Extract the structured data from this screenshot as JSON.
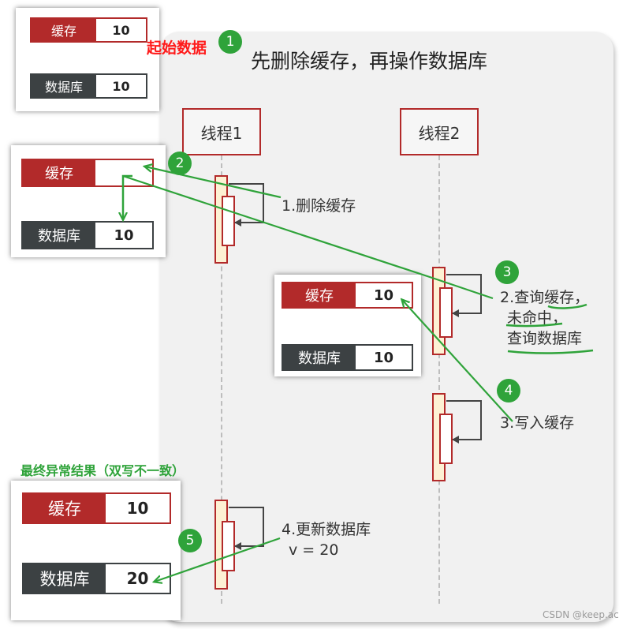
{
  "title": "先删除缓存，再操作数据库",
  "initial_note": "起始数据",
  "final_note": "最终异常结果（双写不一致）",
  "threads": [
    "线程1",
    "线程2"
  ],
  "steps": {
    "s1": "1.删除缓存",
    "s2_line1": "2.查询缓存，",
    "s2_line2": "未命中，",
    "s2_line3": "查询数据库",
    "s3": "3.写入缓存",
    "s4_line1": "4.更新数据库",
    "s4_line2": "v = 20"
  },
  "badges": [
    "1",
    "2",
    "3",
    "4",
    "5"
  ],
  "labels": {
    "cache": "缓存",
    "db": "数据库"
  },
  "cards": {
    "initial": {
      "cache": "10",
      "db": "10"
    },
    "after_delete": {
      "cache": "",
      "db": "10"
    },
    "after_write": {
      "cache": "10",
      "db": "10"
    },
    "final": {
      "cache": "10",
      "db": "20"
    }
  },
  "watermark": "CSDN @keep.ac",
  "colors": {
    "cache": "#b22a2a",
    "db": "#3c4143",
    "arrow": "#2fa33a",
    "note_red": "#ff1a1a"
  }
}
